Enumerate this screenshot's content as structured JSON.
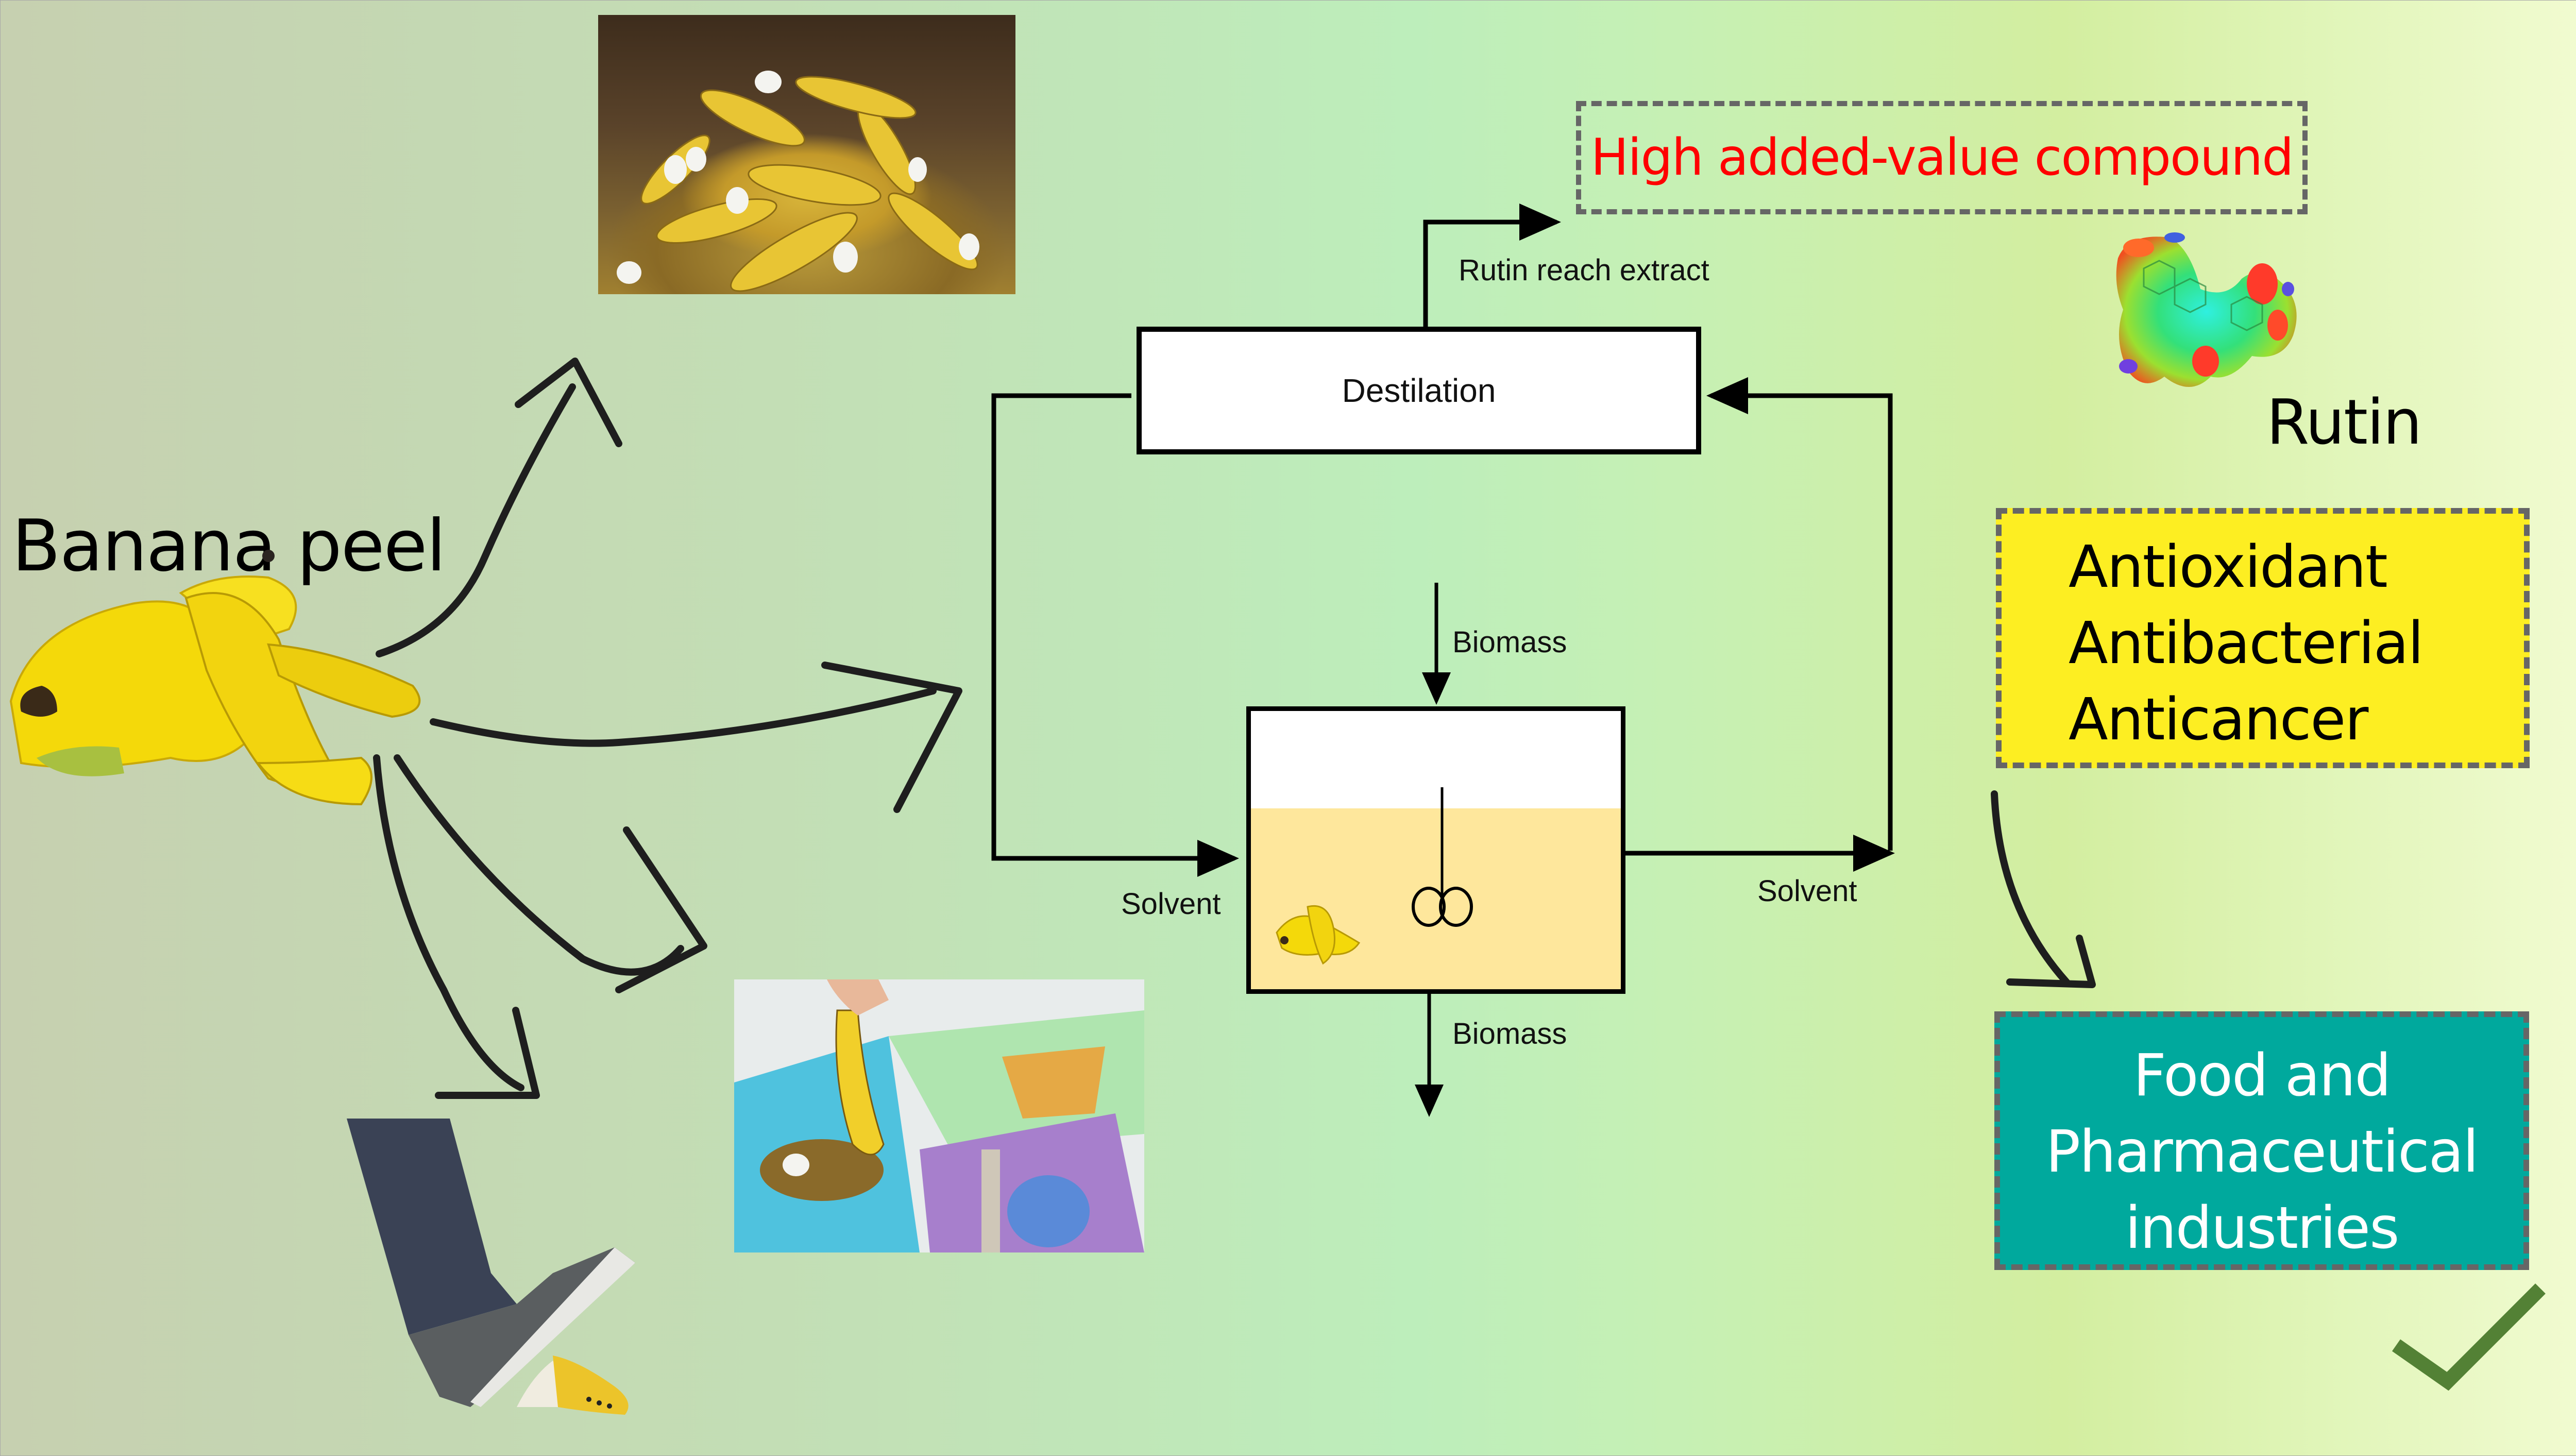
{
  "diagram": {
    "source": {
      "label": "Banana peel",
      "icon": "banana-peel-pile-photo"
    },
    "fates": [
      {
        "name": "open-dumping",
        "icon": "banana-peel-heap-photo"
      },
      {
        "name": "extraction-process",
        "icon": "process-arrow"
      },
      {
        "name": "waste-bin-disposal",
        "icon": "trash-bins-photo"
      },
      {
        "name": "slipping-hazard",
        "icon": "foot-stepping-on-peel-photo"
      }
    ],
    "process": {
      "distillation_label": "Destilation",
      "extract_label": "Rutin reach extract",
      "biomass_in_label": "Biomass",
      "biomass_out_label": "Biomass",
      "solvent_in_label": "Solvent",
      "solvent_out_label": "Solvent",
      "reactor_icon": "stirred-tank-reactor",
      "stirrer_icon": "impeller-icon"
    },
    "product": {
      "headline": "High added-value compound",
      "compound_name": "Rutin",
      "molecule_icon": "rutin-electrostatic-potential-map"
    },
    "properties": [
      "Antioxidant",
      "Antibacterial",
      "Anticancer"
    ],
    "application": {
      "lines": [
        "Food and",
        "Pharmaceutical",
        "industries"
      ]
    },
    "success_icon": "checkmark-icon"
  },
  "colors": {
    "headline_text": "#ff0000",
    "properties_box": "#fdee22",
    "application_box": "#00a99d",
    "dashed_border": "#666666",
    "reactor_liquid": "#fee79c",
    "checkmark": "#538135",
    "background_left": "#c6d0b0",
    "background_mid": "#bdeebb",
    "background_right": "#f1fbd0"
  }
}
